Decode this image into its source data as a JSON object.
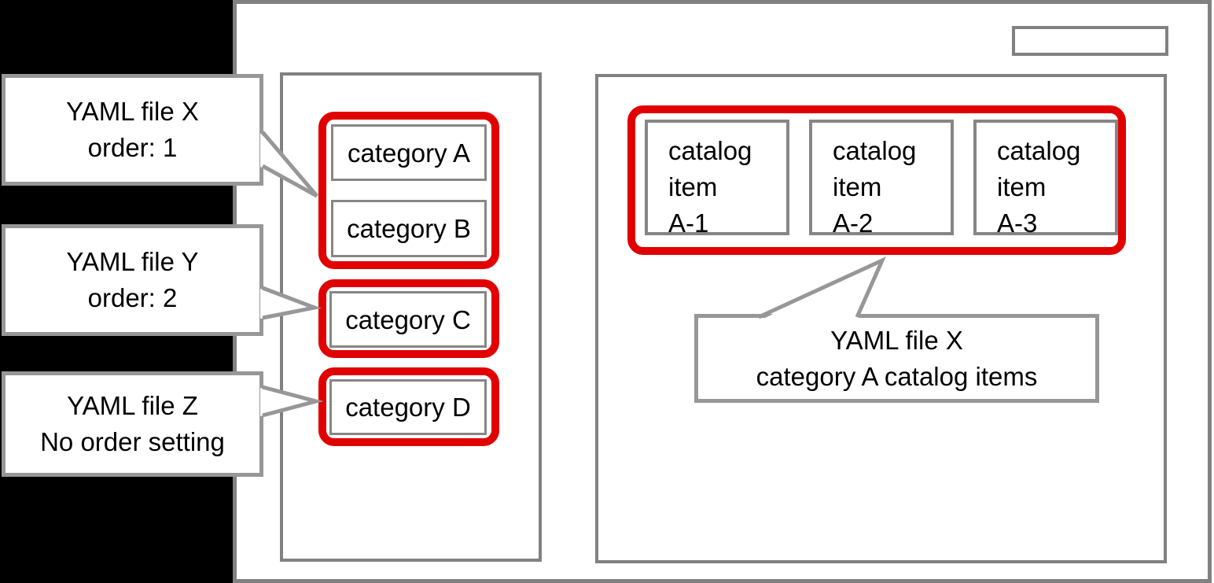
{
  "diagram": {
    "left_callouts": [
      {
        "line1": "YAML file X",
        "line2": "order: 1"
      },
      {
        "line1": "YAML file Y",
        "line2": "order: 2"
      },
      {
        "line1": "YAML file Z",
        "line2": "No order setting"
      }
    ],
    "category_panel": {
      "groups": [
        {
          "categories": [
            "category A",
            "category B"
          ]
        },
        {
          "categories": [
            "category C"
          ]
        },
        {
          "categories": [
            "category D"
          ]
        }
      ]
    },
    "catalog_panel": {
      "items": [
        {
          "lines": [
            "catalog",
            "item",
            "A-1"
          ]
        },
        {
          "lines": [
            "catalog",
            "item",
            "A-2"
          ]
        },
        {
          "lines": [
            "catalog",
            "item",
            "A-3"
          ]
        }
      ],
      "callout": {
        "line1": "YAML file X",
        "line2": "category A catalog items"
      }
    },
    "colors": {
      "highlight_red": "#e10000",
      "frame_gray": "#818181",
      "box_gray": "#868686",
      "callout_gray": "#979797"
    }
  }
}
